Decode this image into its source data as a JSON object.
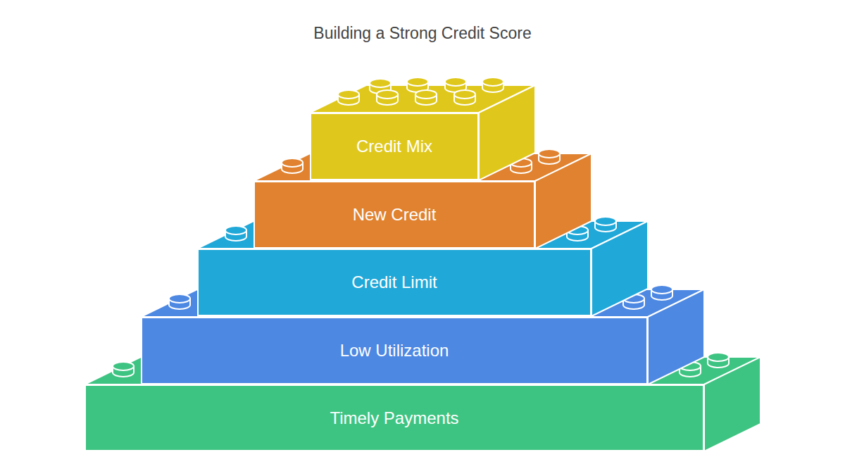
{
  "diagram": {
    "title": "Building a Strong Credit Score",
    "nodes": [
      {
        "text": [
          "Credit Mix"
        ]
      },
      {
        "text": [
          "New Credit"
        ]
      },
      {
        "text": [
          "Credit Limit"
        ]
      },
      {
        "text": [
          "Low Utilization"
        ]
      },
      {
        "text": [
          "Timely Payments"
        ]
      }
    ]
  }
}
